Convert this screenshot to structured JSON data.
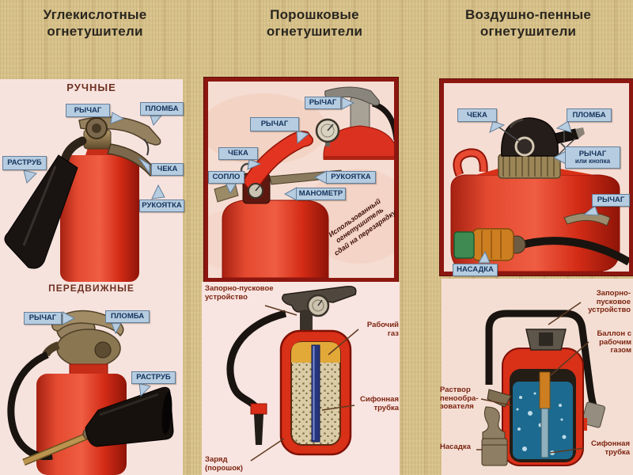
{
  "headers": [
    {
      "line1": "Углекислотные",
      "line2": "огнетушители"
    },
    {
      "line1": "Порошковые",
      "line2": "огнетушители"
    },
    {
      "line1": "Воздушно-пенные",
      "line2": "огнетушители"
    }
  ],
  "co2": {
    "manual": {
      "title": "РУЧНЫЕ",
      "lever": "РЫЧАГ",
      "seal": "ПЛОМБА",
      "horn": "РАСТРУБ",
      "pin": "ЧЕКА",
      "handle": "РУКОЯТКА"
    },
    "mobile": {
      "title": "ПЕРЕДВИЖНЫЕ",
      "lever": "РЫЧАГ",
      "seal": "ПЛОМБА",
      "horn": "РАСТРУБ"
    }
  },
  "powder": {
    "external": {
      "lever_small": "РЫЧАГ",
      "lever": "РЫЧАГ",
      "pin": "ЧЕКА",
      "nozzle": "СОПЛО",
      "handle": "РУКОЯТКА",
      "gauge": "МАНОМЕТР",
      "note": "Использованный огнетушитель сдай на перезарядку"
    },
    "cutaway": {
      "valve": "Запорно-пусковое устройство",
      "gas": "Рабочий газ",
      "siphon": "Сифонная трубка",
      "charge": "Заряд (порошок)"
    }
  },
  "foam": {
    "external": {
      "pin": "ЧЕКА",
      "seal": "ПЛОМБА",
      "lever_or_button_main": "РЫЧАГ",
      "lever_or_button_sub": "или кнопка",
      "lever": "РЫЧАГ",
      "nozzle": "НАСАДКА"
    },
    "cutaway": {
      "valve": "Запорно-пусковое устройство",
      "gas_cylinder": "Баллон с рабочим газом",
      "solution": "Раствор пенообра-зователя",
      "nozzle": "Насадка",
      "siphon": "Сифонная трубка"
    }
  },
  "colors": {
    "background": "#d7c18a",
    "panel_pink": "#f7e3de",
    "frame_red": "#8c1710",
    "tag_blue": "#b6cce0",
    "tag_text": "#14335c",
    "label_maroon": "#7c2410",
    "extinguisher_red": "#e03424"
  }
}
